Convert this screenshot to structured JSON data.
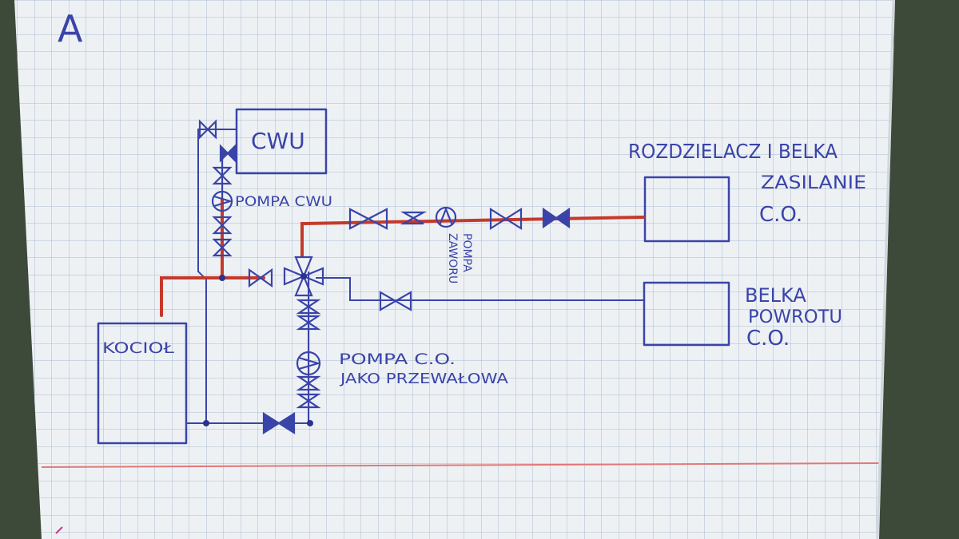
{
  "sheet": {
    "label": "A"
  },
  "components": {
    "cwu": "CWU",
    "rozdzielacz": "ROZDZIELACZ I BELKA",
    "zasilanie_1": "ZASILANIE",
    "zasilanie_2": "C.O.",
    "belka_powrotu_1": "BELKA",
    "belka_powrotu_2": "POWROTU",
    "belka_powrotu_3": "C.O.",
    "kociol": "KOCIOŁ"
  },
  "pumps": {
    "pompa_cwu": "POMPA CWU",
    "pompa_zaworu_1": "POMPA",
    "pompa_zaworu_2": "ZAWORU",
    "pompa_co_1": "POMPA C.O.",
    "pompa_co_2": "JAKO PRZEWAŁOWA"
  },
  "colors": {
    "ink": "#3a44a8",
    "supply": "#c43a2a",
    "paper": "#eef1f4",
    "grid": "#a9bccf",
    "margin": "#e07878"
  }
}
